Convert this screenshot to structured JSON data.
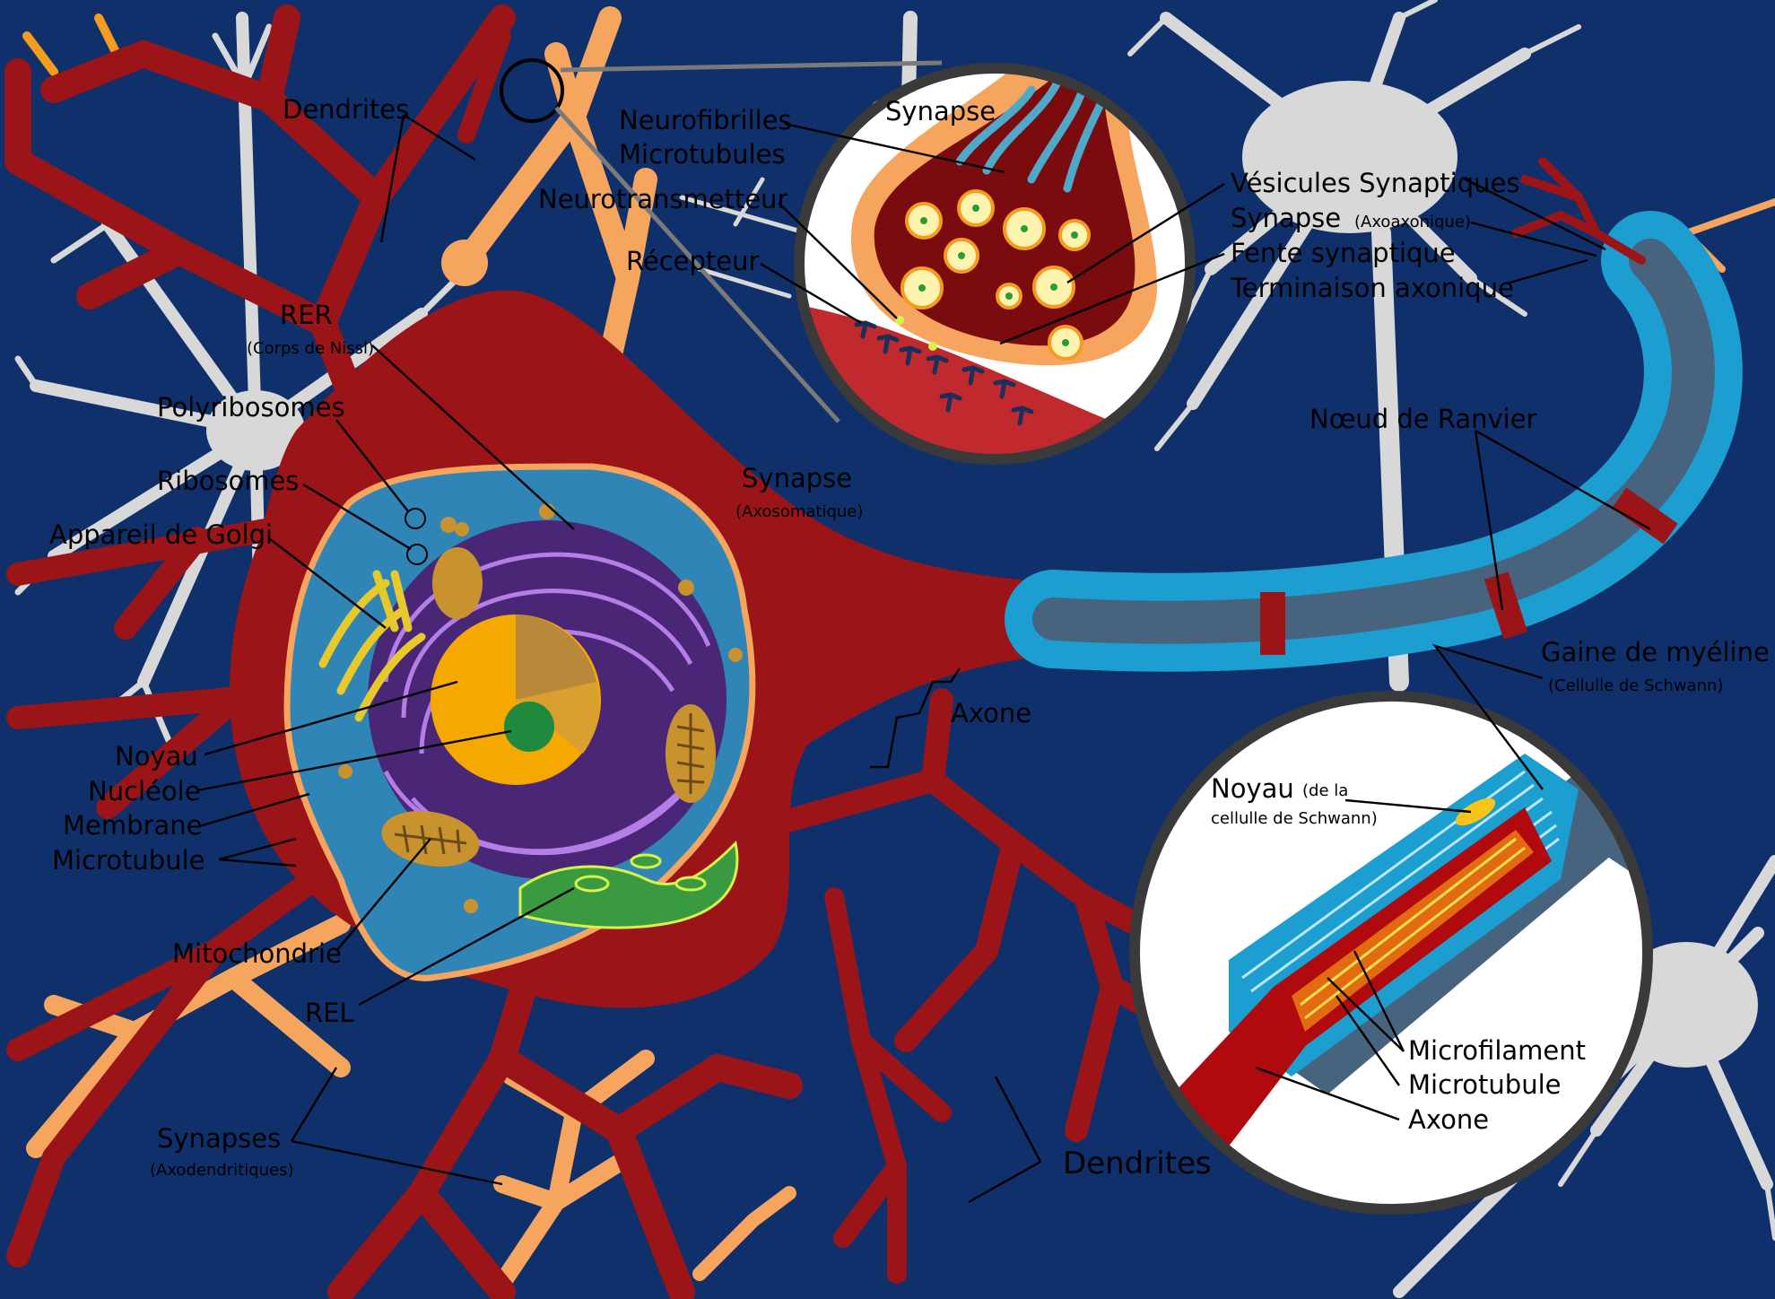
{
  "labels": {
    "dendrites_top": "Dendrites",
    "rer": "RER",
    "rer_sub": "(Corps de Nissl)",
    "polyribosomes": "Polyribosomes",
    "ribosomes": "Ribosomes",
    "golgi": "Appareil de Golgi",
    "noyau": "Noyau",
    "nucleole": "Nucléole",
    "membrane": "Membrane",
    "microtubule_left": "Microtubule",
    "mitochondrie": "Mitochondrie",
    "rel": "REL",
    "synapses_axodend": "Synapses",
    "synapses_axodend_sub": "(Axodendritiques)",
    "synapse_axosom": "Synapse",
    "synapse_axosom_sub": "(Axosomatique)",
    "axone_main": "Axone",
    "dendrites_bottom": "Dendrites",
    "neurofibrilles": "Neurofibrilles",
    "microtubules_top": "Microtubules",
    "neurotransmetteur": "Neurotransmetteur",
    "recepteur": "Récepteur",
    "synapse_inset": "Synapse",
    "vesicules": "Vésicules Synaptiques",
    "synapse_axoax": "Synapse",
    "synapse_axoax_sub": "(Axoaxonique)",
    "fente": "Fente synaptique",
    "terminaison": "Terminaison axonique",
    "ranvier": "Nœud de Ranvier",
    "gaine": "Gaine de myéline",
    "gaine_sub": "(Cellulle de Schwann)",
    "noyau_schwann": "Noyau",
    "noyau_schwann_sub1": "(de la",
    "noyau_schwann_sub2": "cellulle de Schwann)",
    "microfilament": "Microfilament",
    "microtubule_inset": "Microtubule",
    "axone_inset": "Axone"
  },
  "colors": {
    "background": "#10306c",
    "neuron": "#9b1418",
    "glia": "#d8d8d8",
    "synapse_terminal": "#f6a55f",
    "myelin": "#1c9ed1",
    "axon_core": "#47637e",
    "nucleus": "#f5a800",
    "er": "#6c3c9c",
    "golgi": "#d9c03a",
    "smooth_er": "#3a9a40"
  }
}
